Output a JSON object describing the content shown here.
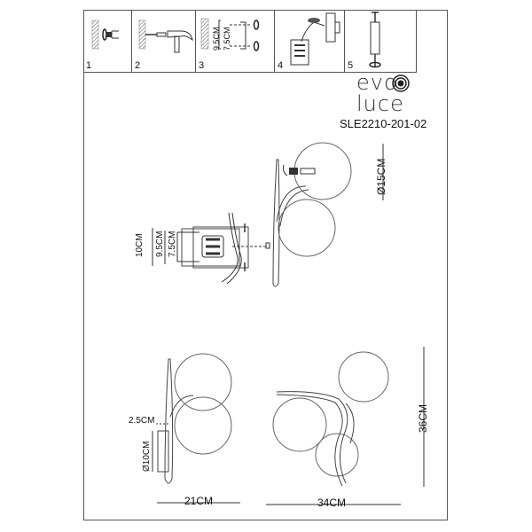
{
  "steps": [
    {
      "num": "1",
      "icon": "wall-anchor-icon"
    },
    {
      "num": "2",
      "icon": "hammer-icon"
    },
    {
      "num": "3",
      "icon": "mounting-bracket-icon",
      "labels": [
        "9.5CM",
        "7.5CM"
      ]
    },
    {
      "num": "4",
      "icon": "wiring-connection-icon"
    },
    {
      "num": "5",
      "icon": "screw-rod-icon"
    }
  ],
  "brand": {
    "line1": "evo",
    "line2": "luce",
    "mark": "concentric-circle-logo-icon"
  },
  "model": "SLE2210-201-02",
  "assembly": {
    "bracket_dims": [
      "10CM",
      "9.5CM",
      "7.5CM"
    ],
    "globe_diameter": "Ø15CM"
  },
  "side_view": {
    "depth": "2.5CM",
    "base_diameter": "Ø10CM",
    "width": "21CM"
  },
  "front_view": {
    "width": "34CM",
    "height": "36CM"
  },
  "colors": {
    "line": "#555555",
    "text": "#111111",
    "background": "#ffffff"
  }
}
